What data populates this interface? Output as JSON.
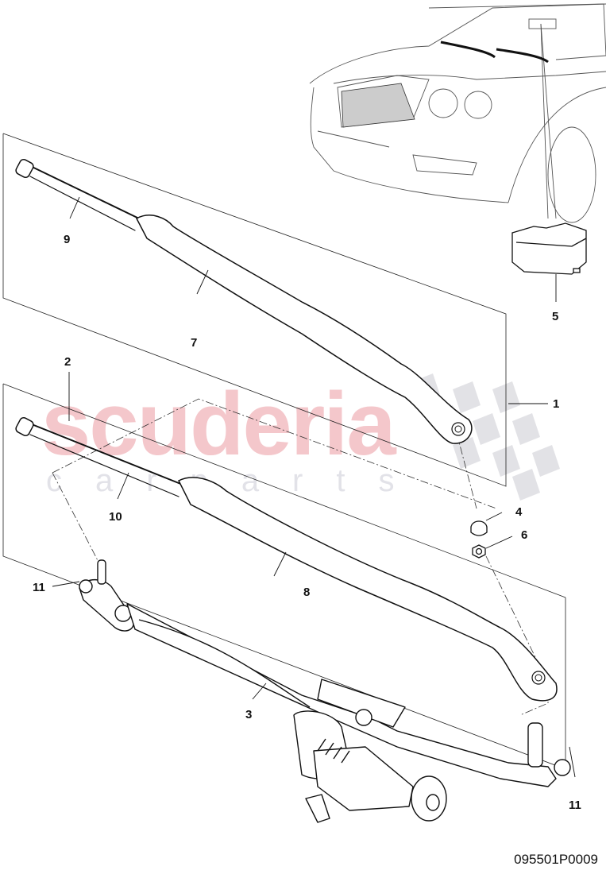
{
  "diagram": {
    "subject": "Windscreen wiper assembly exploded view",
    "catalog_number": "095501P0009",
    "watermark": {
      "main": "scuderia",
      "sub": "carparts",
      "main_color": "#f4c7cb",
      "sub_color": "#e2e2e8"
    },
    "callouts": [
      {
        "id": "1",
        "label": "1",
        "part": "wiper arm set (group frame)"
      },
      {
        "id": "2",
        "label": "2",
        "part": "wiper arm set (lower group frame)"
      },
      {
        "id": "3",
        "label": "3",
        "part": "wiper linkage with motor"
      },
      {
        "id": "4",
        "label": "4",
        "part": "cap"
      },
      {
        "id": "5",
        "label": "5",
        "part": "rain sensor"
      },
      {
        "id": "6",
        "label": "6",
        "part": "nut"
      },
      {
        "id": "7",
        "label": "7",
        "part": "wiper arm upper"
      },
      {
        "id": "8",
        "label": "8",
        "part": "wiper arm lower"
      },
      {
        "id": "9",
        "label": "9",
        "part": "wiper blade upper"
      },
      {
        "id": "10",
        "label": "10",
        "part": "wiper blade lower"
      },
      {
        "id": "11a",
        "label": "11",
        "part": "pivot left"
      },
      {
        "id": "11b",
        "label": "11",
        "part": "pivot right"
      }
    ]
  }
}
